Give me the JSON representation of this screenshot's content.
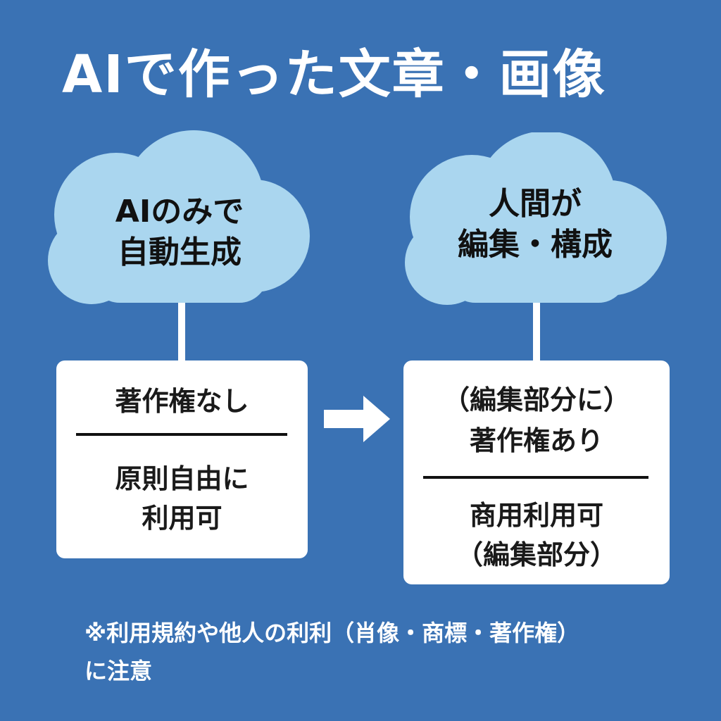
{
  "title": "AIで作った文章・画像",
  "left_cloud": {
    "line1": "AIのみで",
    "line2": "自動生成"
  },
  "right_cloud": {
    "line1": "人間が",
    "line2": "編集・構成"
  },
  "left_card": {
    "top_line": "著作権なし",
    "bottom_line1": "原則自由に",
    "bottom_line2": "利用可"
  },
  "right_card": {
    "top_line1": "（編集部分に）",
    "top_line2": "著作権あり",
    "bottom_line1": "商用利用可",
    "bottom_line2": "（編集部分）"
  },
  "arrow_icon": "right-arrow-icon",
  "note": {
    "line1": "※利用規約や他人の利利（肖像・商標・著作権）",
    "line2": "に注意"
  },
  "colors": {
    "background": "#3a72b4",
    "cloud": "#aad6ef",
    "card": "#ffffff",
    "text_light": "#ffffff",
    "text_dark": "#111111"
  }
}
